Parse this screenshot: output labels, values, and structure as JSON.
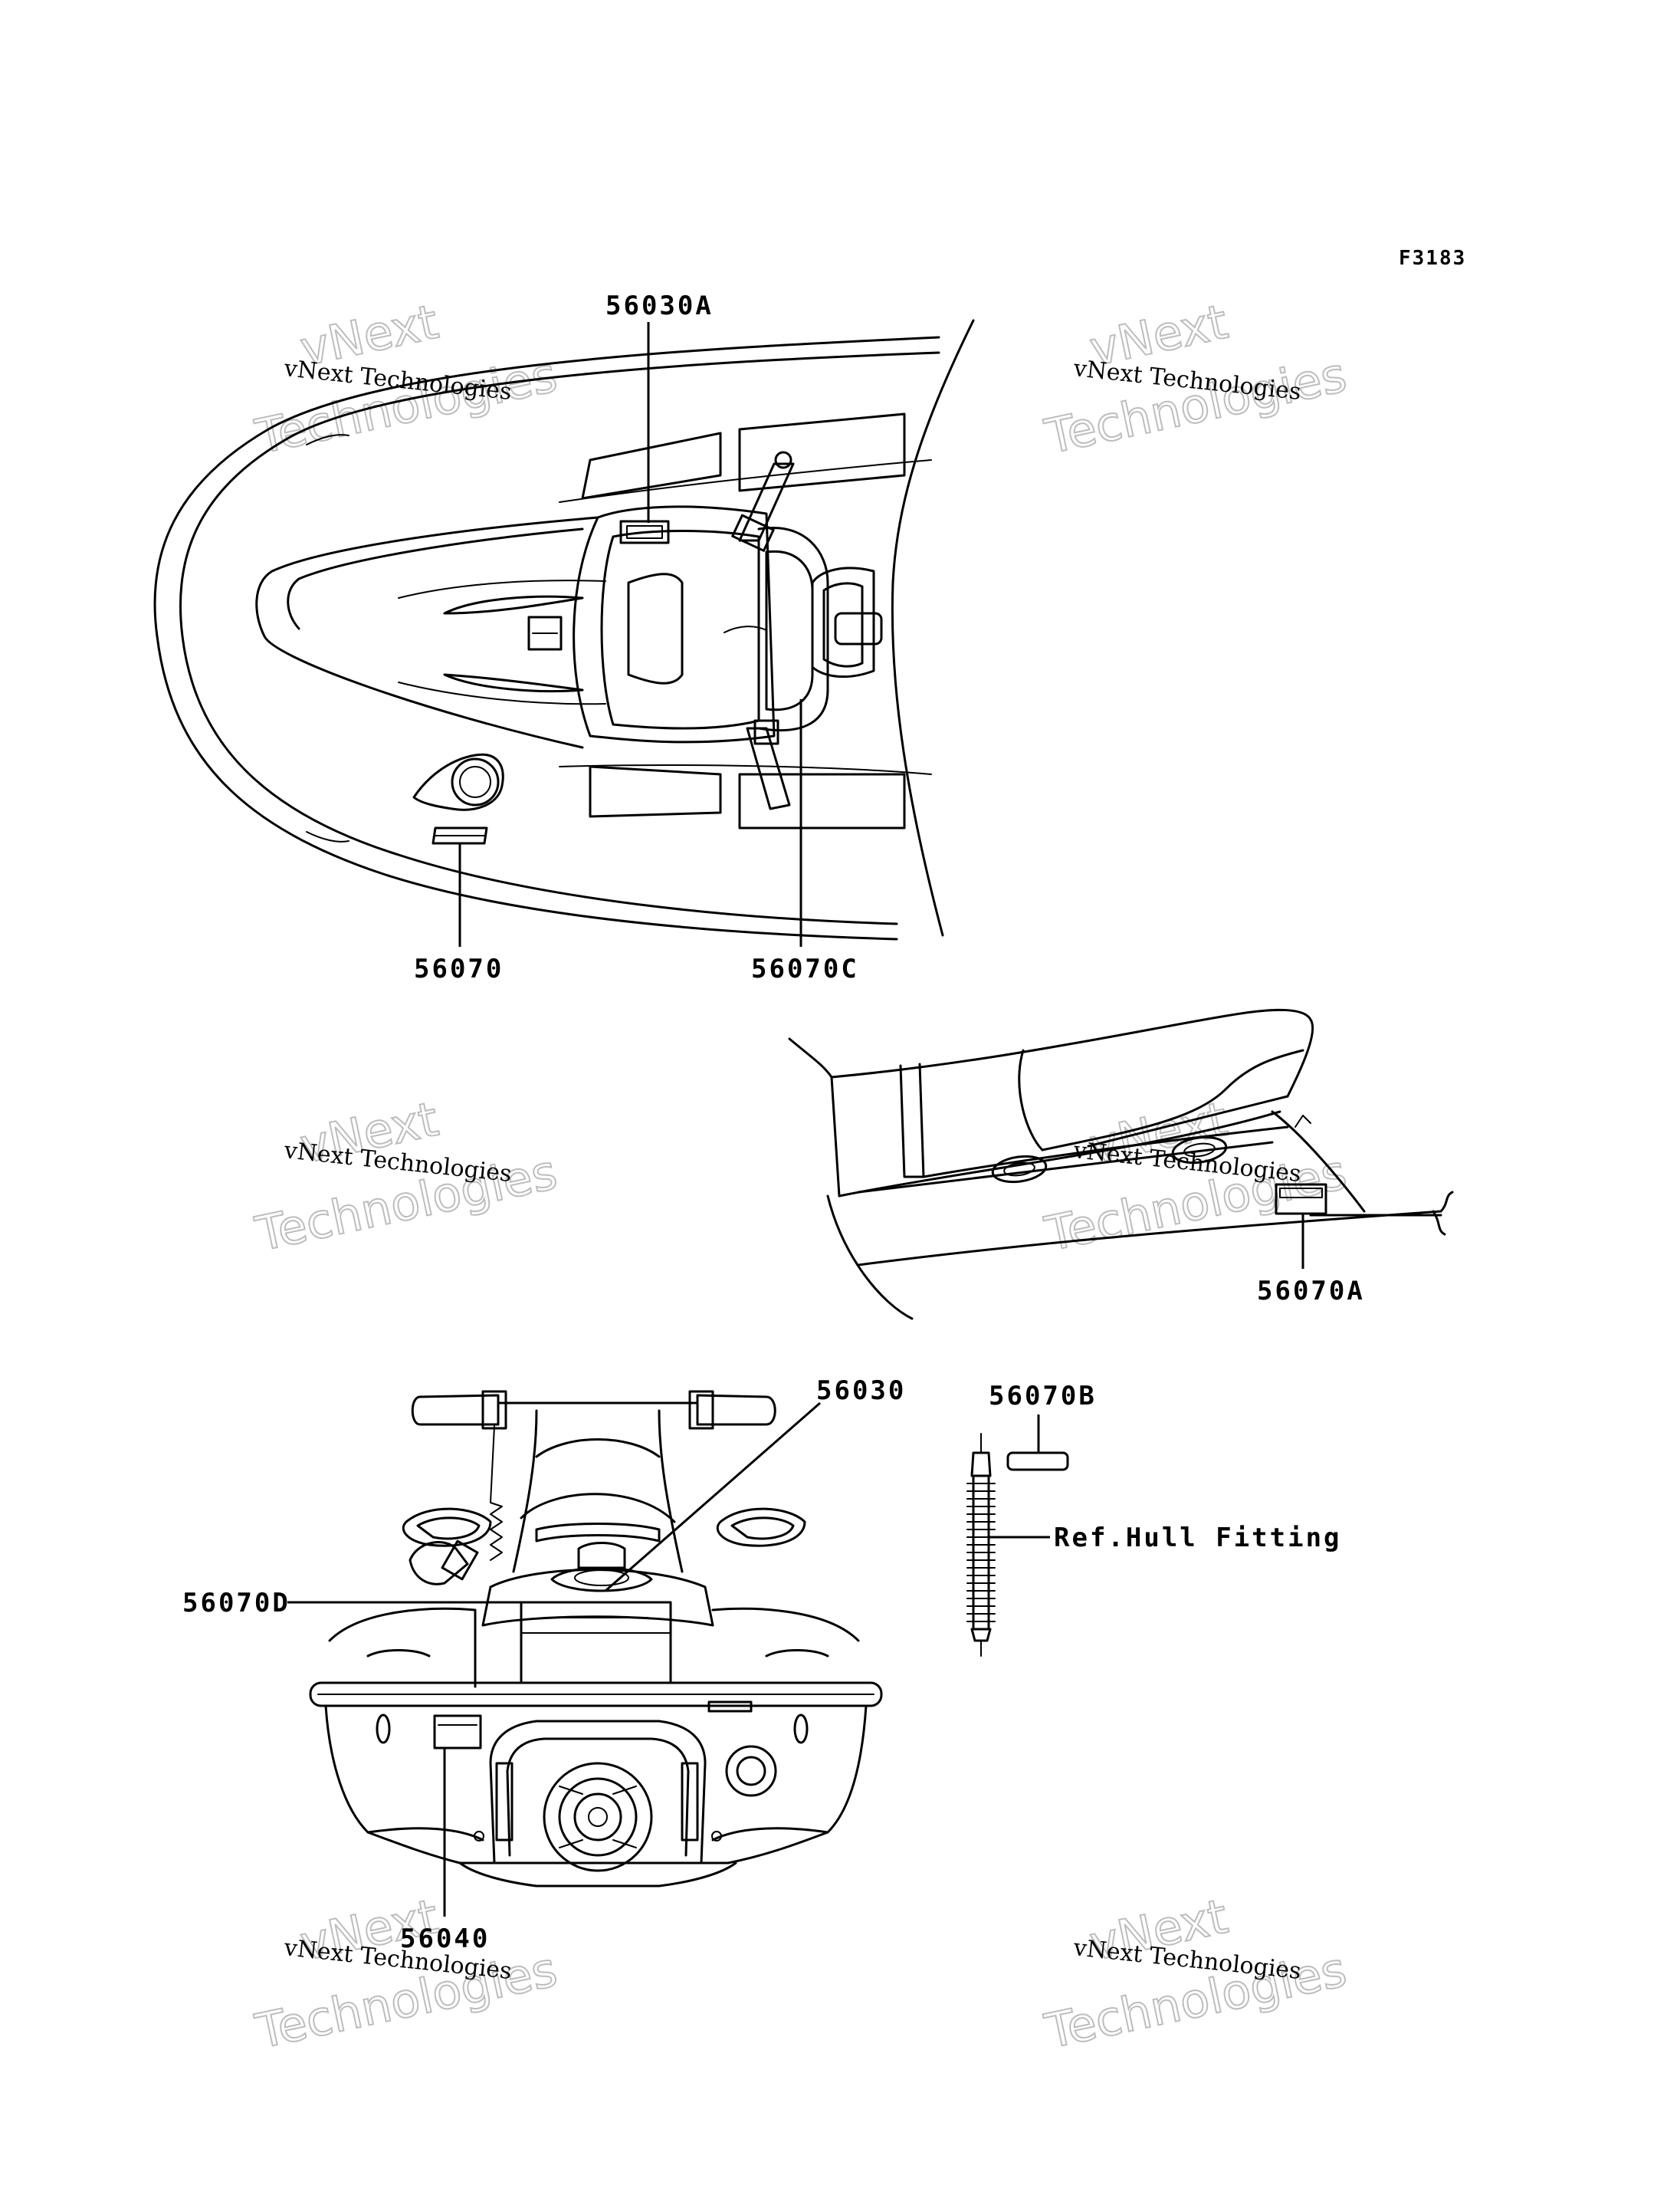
{
  "figure_code": "F3183",
  "watermark": {
    "line1": "vNext",
    "line2": "vNext Technologies",
    "line3": "Technologies"
  },
  "callouts": {
    "top_view": [
      {
        "id": "56030A",
        "label": "56030A"
      },
      {
        "id": "56070",
        "label": "56070"
      },
      {
        "id": "56070C",
        "label": "56070C"
      }
    ],
    "side_view": [
      {
        "id": "56070A",
        "label": "56070A"
      }
    ],
    "rear_view": [
      {
        "id": "56030",
        "label": "56030"
      },
      {
        "id": "56070D",
        "label": "56070D"
      },
      {
        "id": "56040",
        "label": "56040"
      }
    ],
    "detail": [
      {
        "id": "56070B",
        "label": "56070B"
      },
      {
        "id": "ref_hull_fitting",
        "label": "Ref.Hull Fitting"
      }
    ]
  }
}
